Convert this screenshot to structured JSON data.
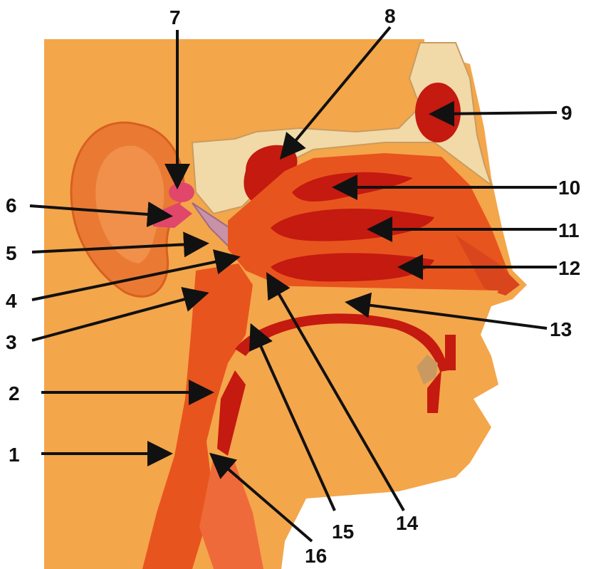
{
  "labels": {
    "l1": "1",
    "l2": "2",
    "l3": "3",
    "l4": "4",
    "l5": "5",
    "l6": "6",
    "l7": "7",
    "l8": "8",
    "l9": "9",
    "l10": "10",
    "l11": "11",
    "l12": "12",
    "l13": "13",
    "l14": "14",
    "l15": "15",
    "l16": "16"
  },
  "colors": {
    "skin": "#f4a64a",
    "tissue": "#e8541e",
    "cavity": "#c41a10",
    "bone": "#f2d9a8",
    "tube": "#c892a8",
    "line": "#111111"
  }
}
